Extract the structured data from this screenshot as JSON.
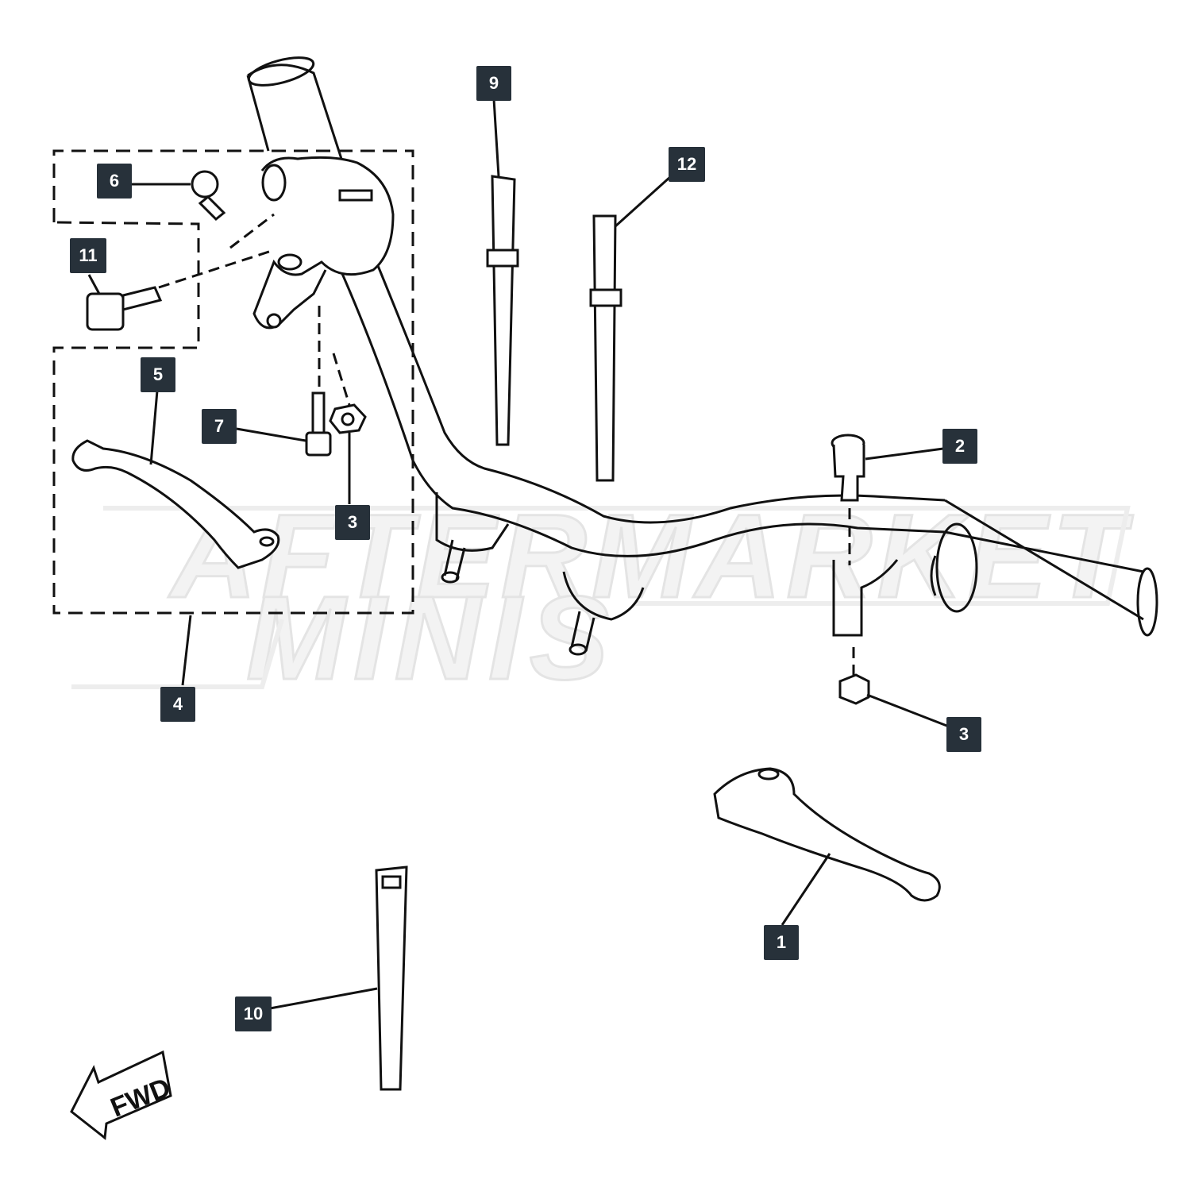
{
  "diagram": {
    "watermark": {
      "line1": "AFTERMARKET",
      "line2": "MINIS"
    },
    "fwd_label": "FWD",
    "callouts": [
      {
        "id": "c1",
        "label": "1"
      },
      {
        "id": "c2",
        "label": "2"
      },
      {
        "id": "c3a",
        "label": "3"
      },
      {
        "id": "c3b",
        "label": "3"
      },
      {
        "id": "c4",
        "label": "4"
      },
      {
        "id": "c5",
        "label": "5"
      },
      {
        "id": "c6",
        "label": "6"
      },
      {
        "id": "c7",
        "label": "7"
      },
      {
        "id": "c9",
        "label": "9"
      },
      {
        "id": "c10",
        "label": "10"
      },
      {
        "id": "c11",
        "label": "11"
      },
      {
        "id": "c12",
        "label": "12"
      }
    ]
  }
}
